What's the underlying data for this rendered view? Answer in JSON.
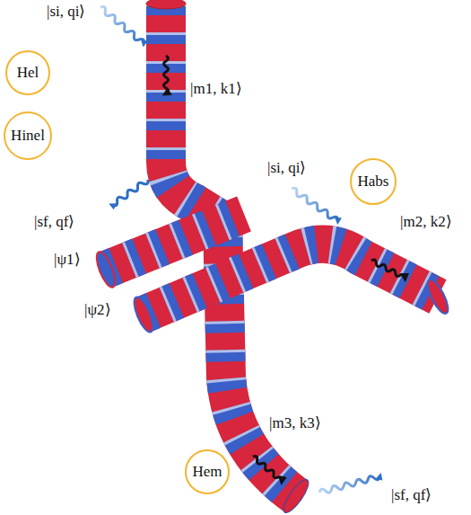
{
  "diagram": {
    "nodes": [
      {
        "text": [
          "Hel"
        ]
      },
      {
        "text": [
          "Hinel"
        ]
      },
      {
        "text": [
          "Habs"
        ]
      },
      {
        "text": [
          "Hem"
        ]
      }
    ],
    "labels": [
      "|si, qi⟩",
      "|m1, k1⟩",
      "|sf, qf⟩",
      "|si, qi⟩",
      "|ψ1⟩",
      "|ψ2⟩",
      "|m2, k2⟩",
      "|m3, k3⟩",
      "|sf, qf⟩"
    ]
  }
}
